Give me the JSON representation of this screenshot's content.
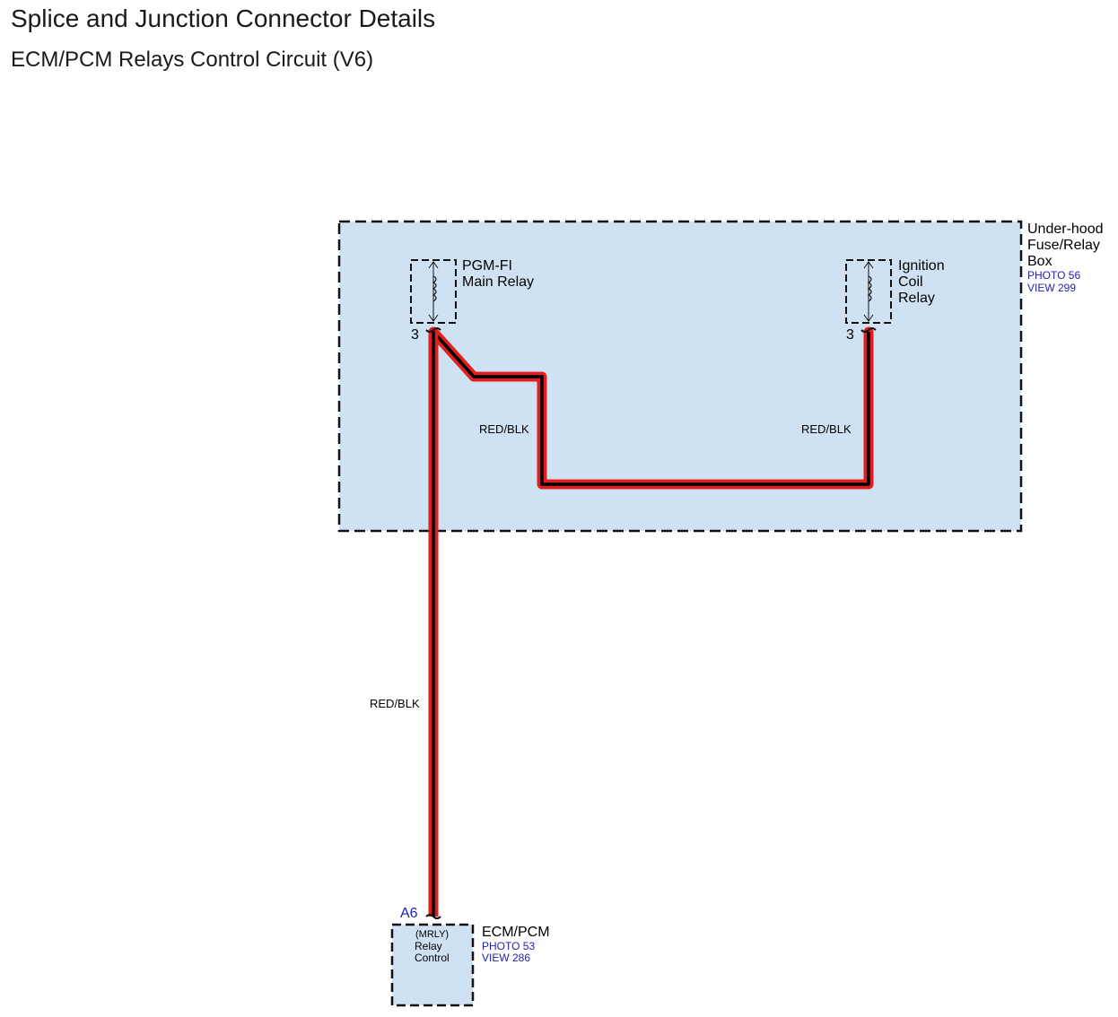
{
  "header": {
    "title": "Splice and Junction Connector Details",
    "subtitle": "ECM/PCM Relays Control Circuit (V6)"
  },
  "fuse_box": {
    "name_line1": "Under-hood",
    "name_line2": "Fuse/Relay",
    "name_line3": "Box",
    "photo": "PHOTO 56",
    "view": "VIEW 299"
  },
  "main_relay": {
    "name_line1": "PGM-FI",
    "name_line2": "Main Relay",
    "pin": "3"
  },
  "ignition_relay": {
    "name_line1": "Ignition",
    "name_line2": "Coil",
    "name_line3": "Relay",
    "pin": "3"
  },
  "wires": {
    "top_left": "RED/BLK",
    "top_right": "RED/BLK",
    "vertical": "RED/BLK"
  },
  "ecm": {
    "pin": "A6",
    "pin_code": "(MRLY)",
    "pin_name_line1": "Relay",
    "pin_name_line2": "Control",
    "name": "ECM/PCM",
    "photo": "PHOTO 53",
    "view": "VIEW 286"
  },
  "colors": {
    "wire_red": "#e0201e",
    "wire_black": "#000000",
    "box_fill": "#cfe2f3"
  }
}
